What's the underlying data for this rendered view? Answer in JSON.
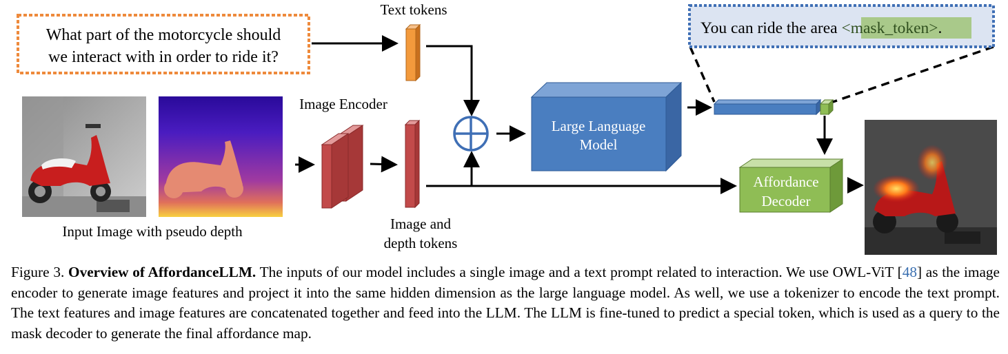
{
  "diagram": {
    "prompt_line1": "What part of the motorcycle should",
    "prompt_line2": "we interact with in order to ride it?",
    "text_tokens_label": "Text tokens",
    "output_text_prefix": "You can ride the area ",
    "output_text_token": "<mask_token>",
    "output_text_suffix": ".",
    "image_encoder_label": "Image Encoder",
    "llm_label_line1": "Large Language",
    "llm_label_line2": "Model",
    "decoder_label_line1": "Affordance",
    "decoder_label_line2": "Decoder",
    "input_caption": "Input Image with pseudo depth",
    "image_tokens_line1": "Image and",
    "image_tokens_line2": "depth tokens",
    "plus_symbol": "⊕"
  },
  "caption": {
    "figure_label": "Figure 3.",
    "title": "Overview of AffordanceLLM.",
    "part1": " The inputs of our model includes a single image and a text prompt related to interaction. We use OWL-ViT [",
    "ref": "48",
    "part2": "] as the image encoder to generate image features and project it into the same hidden dimension as the large language model. As well, we use a tokenizer to encode the text prompt.  The text features and image features are concatenated together and feed into the LLM. The LLM is fine-tuned to predict a special token, which is used as a query to the mask decoder to generate the final affordance map."
  },
  "colors": {
    "prompt_border": "#ee8a3c",
    "output_border": "#3f6fb5",
    "output_fill": "#dce4f2",
    "mask_token_fill": "#a9c98a",
    "text_token": "#f39a3c",
    "encoder_red": "#c24a4a",
    "llm_blue": "#4a7ec0",
    "decoder_green": "#8fbd55",
    "plus_blue": "#3f6fb5"
  }
}
